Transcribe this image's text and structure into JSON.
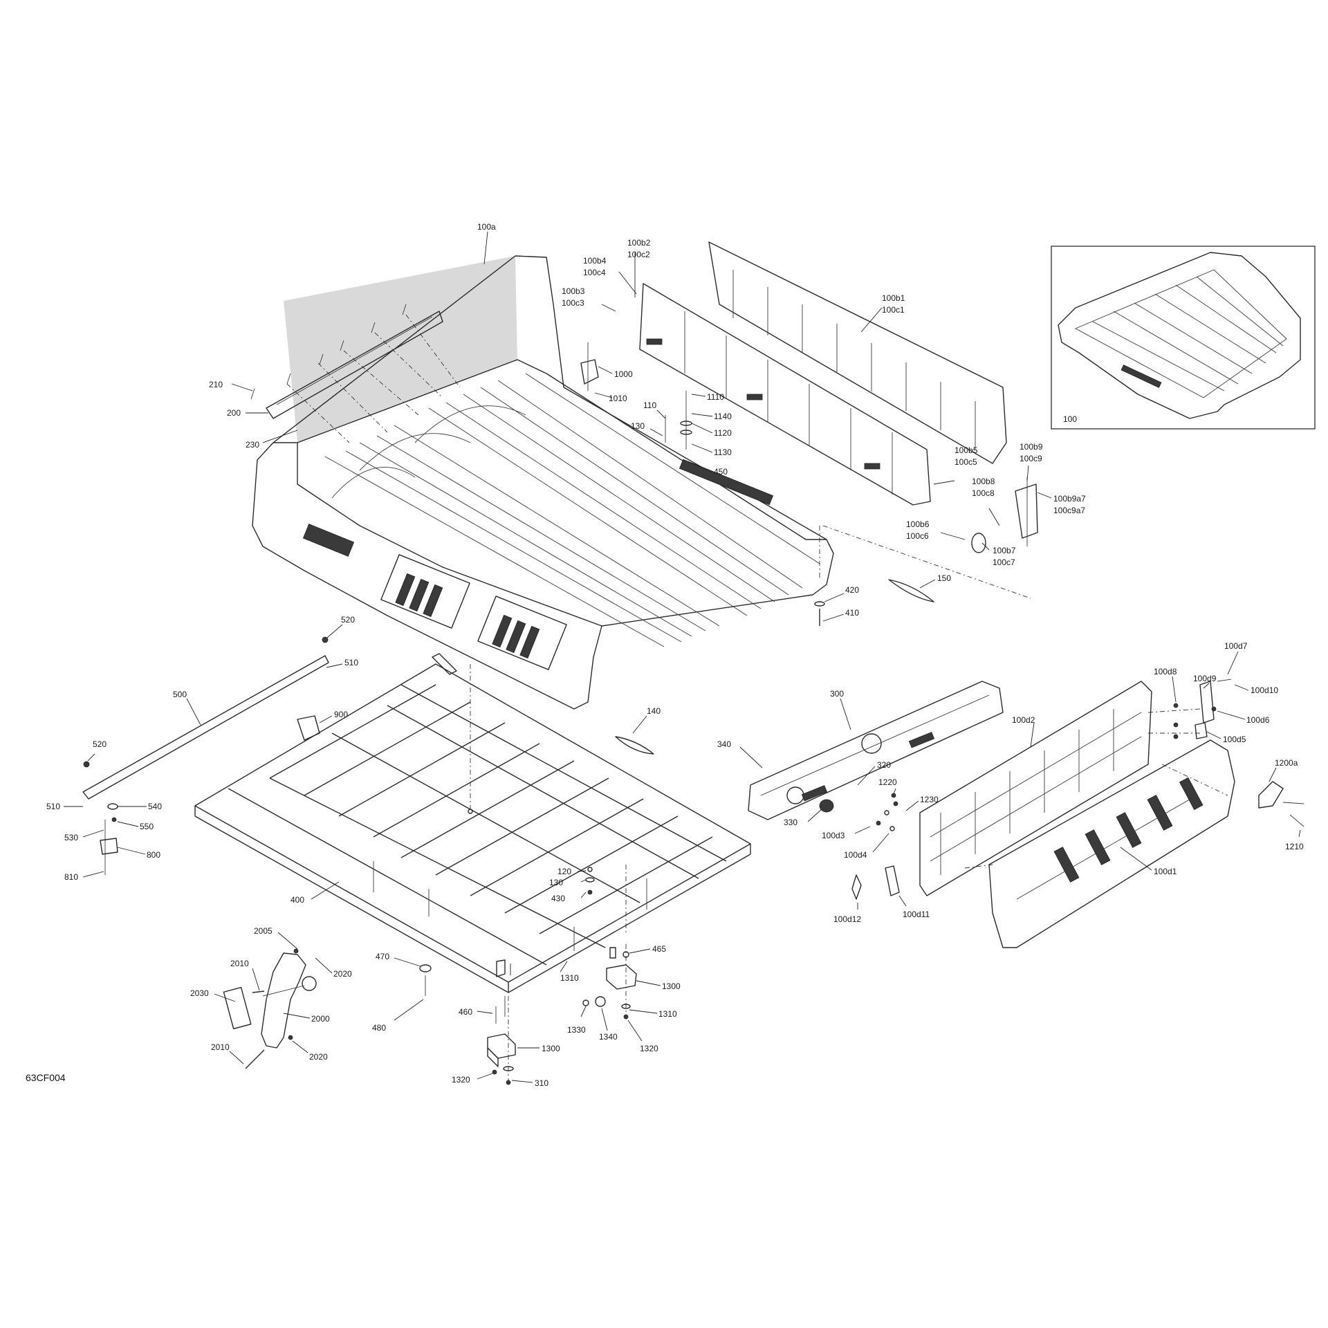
{
  "diagram": {
    "drawing_code": "63CF004",
    "callouts": [
      {
        "id": "c100a",
        "text": "100a"
      },
      {
        "id": "c100b4",
        "text": "100b4"
      },
      {
        "id": "c100c4",
        "text": "100c4"
      },
      {
        "id": "c100b2",
        "text": "100b2"
      },
      {
        "id": "c100c2",
        "text": "100c2"
      },
      {
        "id": "c100b3",
        "text": "100b3"
      },
      {
        "id": "c100c3",
        "text": "100c3"
      },
      {
        "id": "c100b1",
        "text": "100b1"
      },
      {
        "id": "c100c1",
        "text": "100c1"
      },
      {
        "id": "c1000",
        "text": "1000"
      },
      {
        "id": "c1010",
        "text": "1010"
      },
      {
        "id": "c110",
        "text": "110"
      },
      {
        "id": "c130a",
        "text": "130"
      },
      {
        "id": "c1110",
        "text": "1110"
      },
      {
        "id": "c1140",
        "text": "1140"
      },
      {
        "id": "c1120",
        "text": "1120"
      },
      {
        "id": "c1130",
        "text": "1130"
      },
      {
        "id": "c450",
        "text": "450"
      },
      {
        "id": "c210",
        "text": "210"
      },
      {
        "id": "c200",
        "text": "200"
      },
      {
        "id": "c230",
        "text": "230"
      },
      {
        "id": "c100b5",
        "text": "100b5"
      },
      {
        "id": "c100c5",
        "text": "100c5"
      },
      {
        "id": "c100b9",
        "text": "100b9"
      },
      {
        "id": "c100c9",
        "text": "100c9"
      },
      {
        "id": "c100b8",
        "text": "100b8"
      },
      {
        "id": "c100c8",
        "text": "100c8"
      },
      {
        "id": "c100b9a7",
        "text": "100b9a7"
      },
      {
        "id": "c100c9a7",
        "text": "100c9a7"
      },
      {
        "id": "c100b6",
        "text": "100b6"
      },
      {
        "id": "c100c6",
        "text": "100c6"
      },
      {
        "id": "c100b7",
        "text": "100b7"
      },
      {
        "id": "c100c7",
        "text": "100c7"
      },
      {
        "id": "c150",
        "text": "150"
      },
      {
        "id": "c420",
        "text": "420"
      },
      {
        "id": "c410",
        "text": "410"
      },
      {
        "id": "c100",
        "text": "100"
      },
      {
        "id": "c520a",
        "text": "520"
      },
      {
        "id": "c510a",
        "text": "510"
      },
      {
        "id": "c500",
        "text": "500"
      },
      {
        "id": "c900",
        "text": "900"
      },
      {
        "id": "c520b",
        "text": "520"
      },
      {
        "id": "c510b",
        "text": "510"
      },
      {
        "id": "c540",
        "text": "540"
      },
      {
        "id": "c550",
        "text": "550"
      },
      {
        "id": "c530",
        "text": "530"
      },
      {
        "id": "c800",
        "text": "800"
      },
      {
        "id": "c810",
        "text": "810"
      },
      {
        "id": "c140",
        "text": "140"
      },
      {
        "id": "c400",
        "text": "400"
      },
      {
        "id": "c120",
        "text": "120"
      },
      {
        "id": "c130b",
        "text": "130"
      },
      {
        "id": "c430",
        "text": "430"
      },
      {
        "id": "c2005",
        "text": "2005"
      },
      {
        "id": "c2010a",
        "text": "2010"
      },
      {
        "id": "c2020a",
        "text": "2020"
      },
      {
        "id": "c2030",
        "text": "2030"
      },
      {
        "id": "c2000",
        "text": "2000"
      },
      {
        "id": "c2010b",
        "text": "2010"
      },
      {
        "id": "c2020b",
        "text": "2020"
      },
      {
        "id": "c470",
        "text": "470"
      },
      {
        "id": "c480",
        "text": "480"
      },
      {
        "id": "c460",
        "text": "460"
      },
      {
        "id": "c1300a",
        "text": "1300"
      },
      {
        "id": "c1320a",
        "text": "1320"
      },
      {
        "id": "c1310a",
        "text": "1310"
      },
      {
        "id": "c310",
        "text": "310"
      },
      {
        "id": "c465",
        "text": "465"
      },
      {
        "id": "c1300b",
        "text": "1300"
      },
      {
        "id": "c1330",
        "text": "1330"
      },
      {
        "id": "c1340",
        "text": "1340"
      },
      {
        "id": "c1310b",
        "text": "1310"
      },
      {
        "id": "c1320b",
        "text": "1320"
      },
      {
        "id": "c300",
        "text": "300"
      },
      {
        "id": "c340",
        "text": "340"
      },
      {
        "id": "c320",
        "text": "320"
      },
      {
        "id": "c330",
        "text": "330"
      },
      {
        "id": "c100d2",
        "text": "100d2"
      },
      {
        "id": "c1220",
        "text": "1220"
      },
      {
        "id": "c1230",
        "text": "1230"
      },
      {
        "id": "c100d3",
        "text": "100d3"
      },
      {
        "id": "c100d4",
        "text": "100d4"
      },
      {
        "id": "c100d12",
        "text": "100d12"
      },
      {
        "id": "c100d11",
        "text": "100d11"
      },
      {
        "id": "c100d8",
        "text": "100d8"
      },
      {
        "id": "c100d9",
        "text": "100d9"
      },
      {
        "id": "c100d7",
        "text": "100d7"
      },
      {
        "id": "c100d10",
        "text": "100d10"
      },
      {
        "id": "c100d6",
        "text": "100d6"
      },
      {
        "id": "c100d5",
        "text": "100d5"
      },
      {
        "id": "c100d1",
        "text": "100d1"
      },
      {
        "id": "c1200a",
        "text": "1200a"
      },
      {
        "id": "c1210",
        "text": "1210"
      }
    ]
  }
}
